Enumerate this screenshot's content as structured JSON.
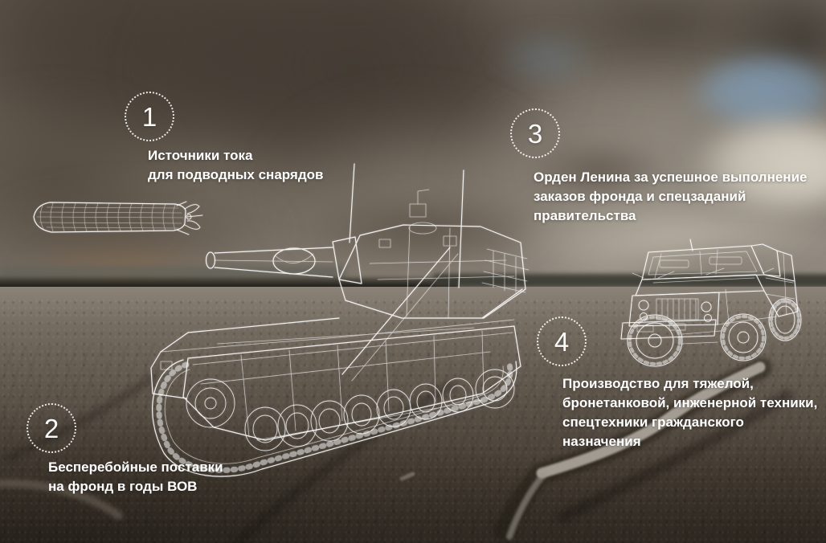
{
  "callouts": [
    {
      "number": "1",
      "lines": [
        "Источники тока",
        "для подводных снарядов"
      ]
    },
    {
      "number": "2",
      "lines": [
        "Бесперебойные поставки",
        "на фронд в годы ВОВ"
      ]
    },
    {
      "number": "3",
      "lines": [
        "Орден Ленина за успешное выполнение",
        "заказов фронда и спецзаданий",
        "правительства"
      ]
    },
    {
      "number": "4",
      "lines": [
        "Производство для тяжелой,",
        "бронетанковой, инженерной техники,",
        "спецтехники гражданского",
        "назначения"
      ]
    }
  ],
  "illustrations": [
    {
      "name": "torpedo-wireframe"
    },
    {
      "name": "tank-wireframe"
    },
    {
      "name": "humvee-wireframe"
    }
  ],
  "colors": {
    "text": "#ffffff",
    "wireframe": "#ffffff",
    "sky_dark": "#463e35",
    "sky_light": "#d9d3c7",
    "sky_blue": "#7e96ab",
    "field_light": "#8b8278",
    "field_dark": "#352f27",
    "water": "#b5afa5"
  }
}
